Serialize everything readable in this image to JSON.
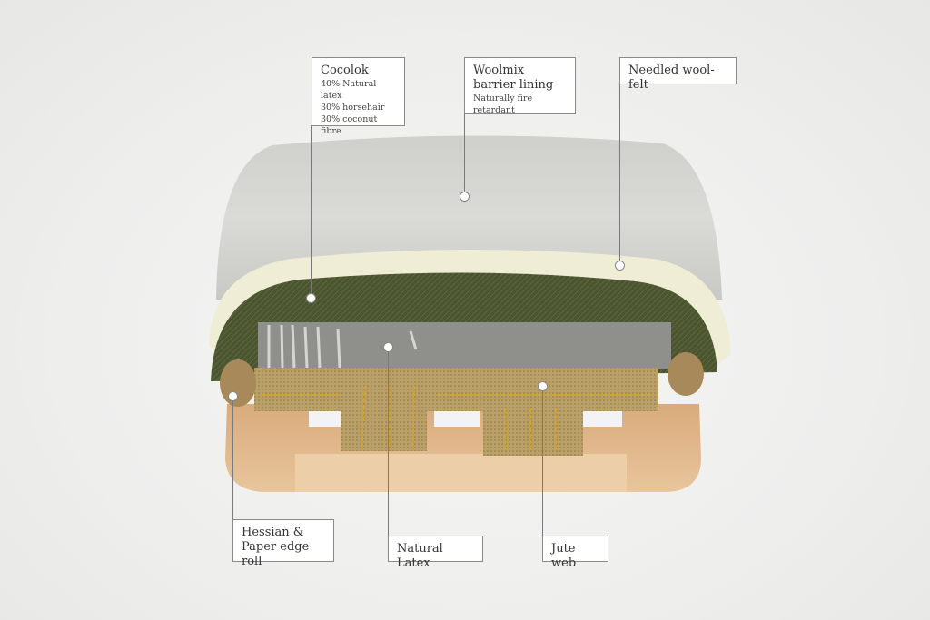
{
  "diagram": {
    "subject": "Upholstered seat cross-section",
    "labels": [
      {
        "id": "cocolok",
        "title": "Cocolok",
        "details": "40% Natural latex\n30% horsehair\n30% coconut fibre"
      },
      {
        "id": "woolmix",
        "title": "Woolmix\nbarrier lining",
        "details": "Naturally fire retardant"
      },
      {
        "id": "needled",
        "title": "Needled wool-felt",
        "details": ""
      },
      {
        "id": "hessian",
        "title": "Hessian &\nPaper edge roll",
        "details": ""
      },
      {
        "id": "latex",
        "title": "Natural Latex",
        "details": ""
      },
      {
        "id": "jute",
        "title": "Jute web",
        "details": ""
      }
    ]
  },
  "colors": {
    "background": "#efefee",
    "top_cover": "#d4d4d0",
    "wool_felt": "#efedd8",
    "cocolok": "#4a5430",
    "latex": "#8f8f8b",
    "jute": "#b59a62",
    "wood": "#ddb488",
    "stitch": "#d9a420"
  }
}
